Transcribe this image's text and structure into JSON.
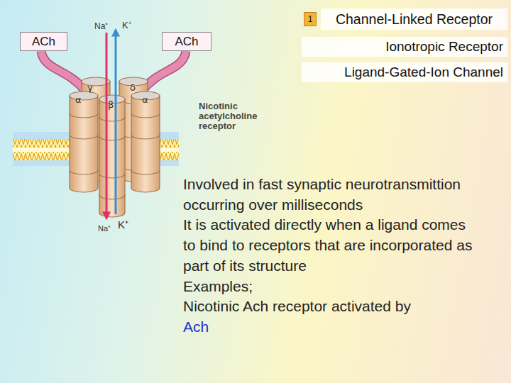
{
  "diagram": {
    "nodes": [
      {
        "text": [
          "1"
        ]
      },
      {
        "text": [
          "Channel-Linked Receptor"
        ]
      },
      {
        "text": [
          "Ionotropic Receptor"
        ]
      },
      {
        "text": [
          "Ligand-Gated-Ion Channel"
        ]
      },
      {
        "text": [
          "ACh"
        ]
      },
      {
        "text": [
          "ACh"
        ]
      }
    ],
    "labels": [
      "Na⁺",
      "K⁺",
      "γ",
      "δ",
      "α",
      "α",
      "β",
      "Nicotinic acetylcholine receptor",
      "Na⁺",
      "K⁺",
      "Involved in fast synaptic neurotransmittion occurring over milliseconds",
      "It is activated directly when a ligand comes to bind to receptors that are incorporated as part of its structure",
      "Examples;",
      "Nicotinic Ach receptor activated by",
      "Ach"
    ]
  }
}
